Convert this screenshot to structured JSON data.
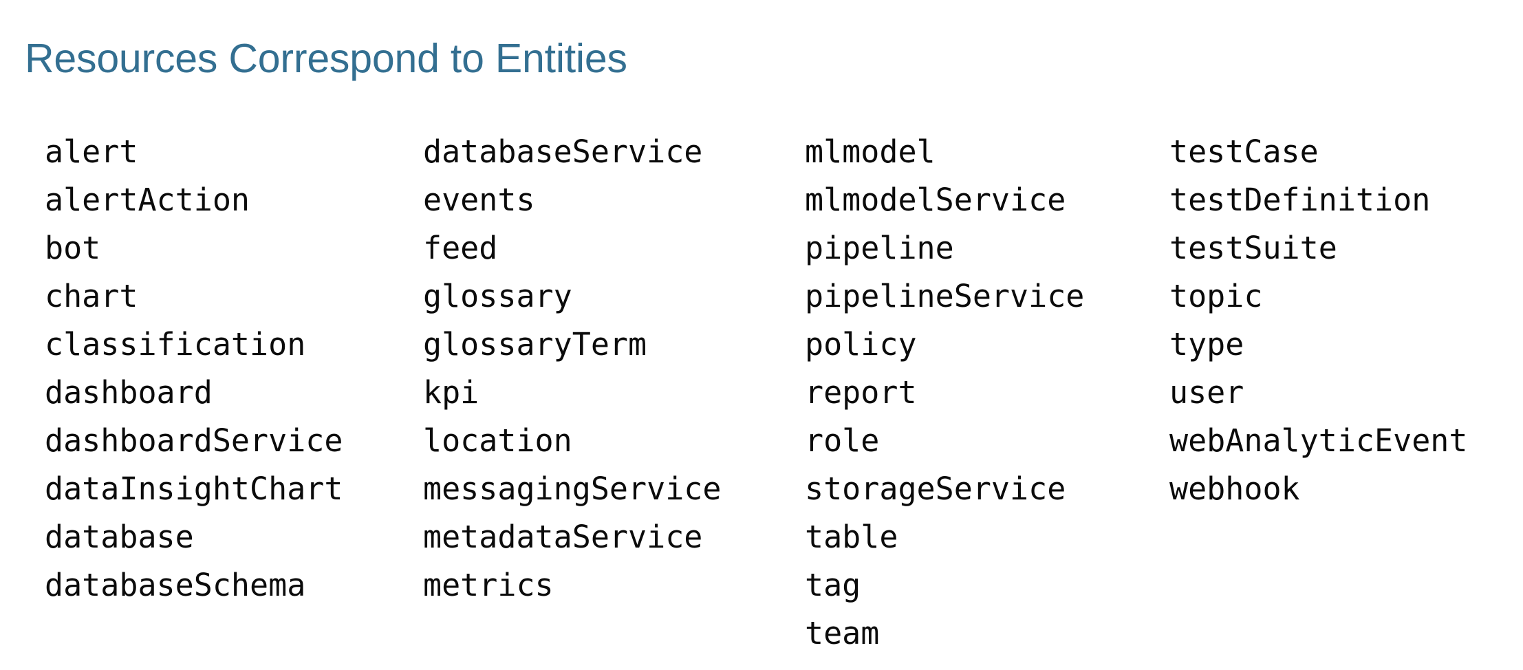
{
  "slide": {
    "title": "Resources Correspond to Entities",
    "title_color": "#336f91",
    "background_color": "#ffffff",
    "text_color": "#0b0b0b"
  },
  "entities": {
    "columns": [
      {
        "index": 0,
        "items": [
          "alert",
          "alertAction",
          "bot",
          "chart",
          "classification",
          "dashboard",
          "dashboardService",
          "dataInsightChart",
          "database",
          "databaseSchema"
        ]
      },
      {
        "index": 1,
        "items": [
          "databaseService",
          "events",
          "feed",
          "glossary",
          "glossaryTerm",
          "kpi",
          "location",
          "messagingService",
          "metadataService",
          "metrics"
        ]
      },
      {
        "index": 2,
        "items": [
          "mlmodel",
          "mlmodelService",
          "pipeline",
          "pipelineService",
          "policy",
          "report",
          "role",
          "storageService",
          "table",
          "tag",
          "team"
        ]
      },
      {
        "index": 3,
        "items": [
          "testCase",
          "testDefinition",
          "testSuite",
          "topic",
          "type",
          "user",
          "webAnalyticEvent",
          "webhook"
        ]
      }
    ]
  }
}
